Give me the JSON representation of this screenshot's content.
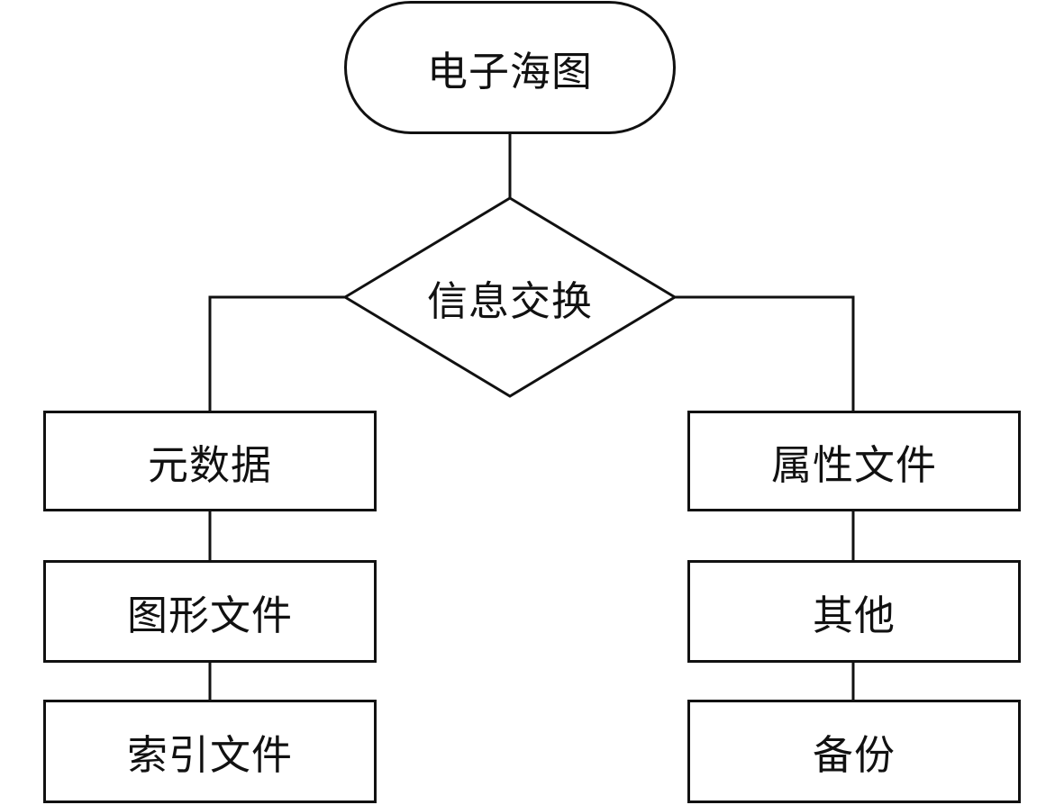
{
  "diagram": {
    "start": {
      "label": "电子海图"
    },
    "decision": {
      "label": "信息交换"
    },
    "left_branch": [
      {
        "label": "元数据"
      },
      {
        "label": "图形文件"
      },
      {
        "label": "索引文件"
      }
    ],
    "right_branch": [
      {
        "label": "属性文件"
      },
      {
        "label": "其他"
      },
      {
        "label": "备份"
      }
    ],
    "colors": {
      "stroke": "#111111",
      "fill": "#ffffff",
      "text": "#111111"
    }
  }
}
